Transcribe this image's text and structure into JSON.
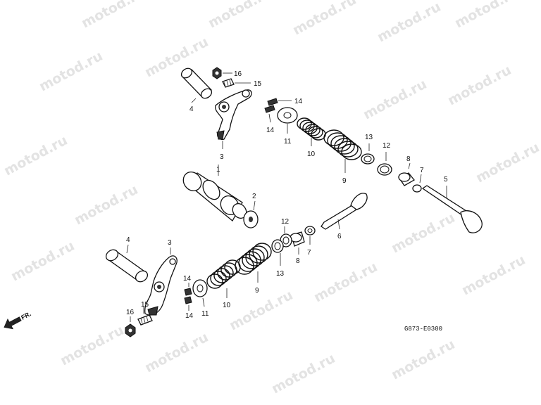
{
  "watermark": "motod.ru",
  "direction_label": "FR.",
  "drawing_code": "G873-E0300",
  "callouts": {
    "c1": "1",
    "c2": "2",
    "c3a": "3",
    "c3b": "3",
    "c4a": "4",
    "c4b": "4",
    "c5": "5",
    "c6": "6",
    "c7a": "7",
    "c7b": "7",
    "c8a": "8",
    "c8b": "8",
    "c9a": "9",
    "c9b": "9",
    "c10a": "10",
    "c10b": "10",
    "c11a": "11",
    "c11b": "11",
    "c12a": "12",
    "c12b": "12",
    "c13a": "13",
    "c13b": "13",
    "c14a": "14",
    "c14b": "14",
    "c14c": "14",
    "c14d": "14",
    "c15a": "15",
    "c15b": "15",
    "c16a": "16",
    "c16b": "16"
  }
}
